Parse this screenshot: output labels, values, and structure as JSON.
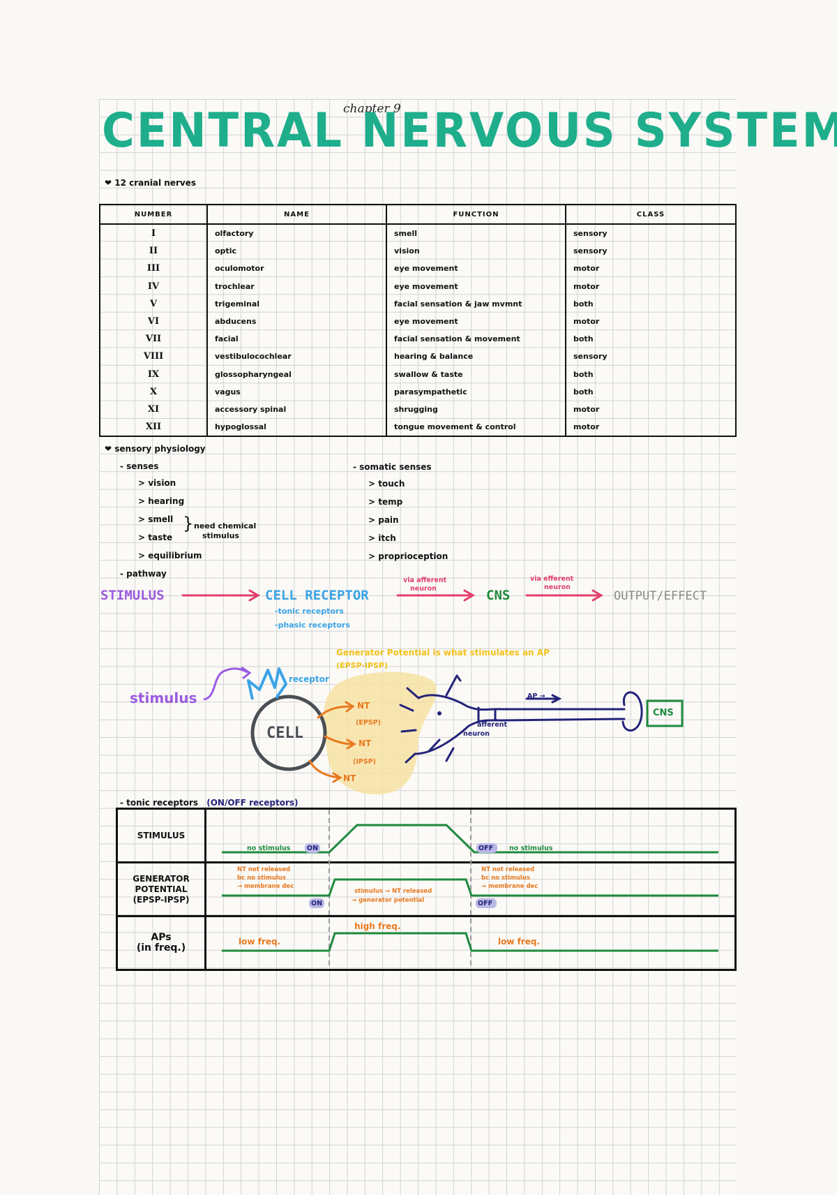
{
  "header": {
    "subtitle": "chapter 9",
    "title": "CENTRAL NERVOUS SYSTEM"
  },
  "cranial": {
    "heading": "12 cranial nerves",
    "columns": [
      "NUMBER",
      "NAME",
      "FUNCTION",
      "CLASS"
    ],
    "rows": [
      [
        "I",
        "olfactory",
        "smell",
        "sensory"
      ],
      [
        "II",
        "optic",
        "vision",
        "sensory"
      ],
      [
        "III",
        "oculomotor",
        "eye movement",
        "motor"
      ],
      [
        "IV",
        "trochlear",
        "eye movement",
        "motor"
      ],
      [
        "V",
        "trigeminal",
        "facial sensation & jaw mvmnt",
        "both"
      ],
      [
        "VI",
        "abducens",
        "eye movement",
        "motor"
      ],
      [
        "VII",
        "facial",
        "facial sensation & movement",
        "both"
      ],
      [
        "VIII",
        "vestibulocochlear",
        "hearing & balance",
        "sensory"
      ],
      [
        "IX",
        "glossopharyngeal",
        "swallow & taste",
        "both"
      ],
      [
        "X",
        "vagus",
        "parasympathetic",
        "both"
      ],
      [
        "XI",
        "accessory spinal",
        "shrugging",
        "motor"
      ],
      [
        "XII",
        "hypoglossal",
        "tongue movement & control",
        "motor"
      ]
    ]
  },
  "sensory": {
    "heading": "sensory physiology",
    "special_title": "- senses",
    "special": [
      "vision",
      "hearing",
      "smell",
      "taste",
      "equilibrium"
    ],
    "chem_note_1": "need chemical",
    "chem_note_2": "stimulus",
    "somatic_title": "- somatic senses",
    "somatic": [
      "touch",
      "temp",
      "pain",
      "itch",
      "proprioception"
    ],
    "pathway_title": "- pathway"
  },
  "pathway": {
    "stimulus": "STIMULUS",
    "receptor": "CELL RECEPTOR",
    "tonic": "-tonic receptors",
    "phasic": "-phasic receptors",
    "afferent_1": "via afferent",
    "afferent_2": "neuron",
    "cns": "CNS",
    "efferent_1": "via efferent",
    "efferent_2": "neuron",
    "output": "OUTPUT/EFFECT"
  },
  "diagram": {
    "generator_1": "Generator Potential is what stimulates an AP",
    "generator_2": "(EPSP-IPSP)",
    "stimulus": "stimulus",
    "receptor": "receptor",
    "cell": "CELL",
    "nt": "NT",
    "epsp": "(EPSP)",
    "ipsp": "(IPSP)",
    "afferent_1": "afferent",
    "afferent_2": "neuron",
    "ap": "AP →",
    "cns": "CNS"
  },
  "tonic": {
    "heading": "- tonic receptors",
    "heading_paren": "(ON/OFF receptors)",
    "rows": [
      "STIMULUS",
      "GENERATOR POTENTIAL (EPSP-IPSP)",
      "APs (in freq.)"
    ],
    "row_labels": {
      "stimulus": "STIMULUS",
      "gp_1": "GENERATOR",
      "gp_2": "POTENTIAL",
      "gp_3": "(EPSP-IPSP)",
      "aps_1": "APs",
      "aps_2": "(in freq.)"
    },
    "stim_no": "no stimulus",
    "on": "ON",
    "off": "OFF",
    "stim_off_no": "no stimulus",
    "nt_left_1": "NT not released",
    "nt_left_2": "bc no stimulus",
    "nt_left_3": "→ membrane dec",
    "nt_mid_1": "stimulus → NT released",
    "nt_mid_2": "→ generator potential",
    "nt_right_1": "NT not released",
    "nt_right_2": "bc no stimulus",
    "nt_right_3": "→ membrane dec",
    "low_left": "low freq.",
    "high": "high freq.",
    "low_right": "low freq."
  },
  "colors": {
    "title": "#1fae8c",
    "stimulus": "#9a5be0",
    "receptor": "#3aa3e6",
    "arrow": "#e33e6a",
    "cns": "#1e8a3c",
    "output": "#8a8a8a",
    "generator": "#f2c21a",
    "neuron": "#23237a",
    "nt": "#e8791e",
    "trace": "#1e8a3c"
  }
}
